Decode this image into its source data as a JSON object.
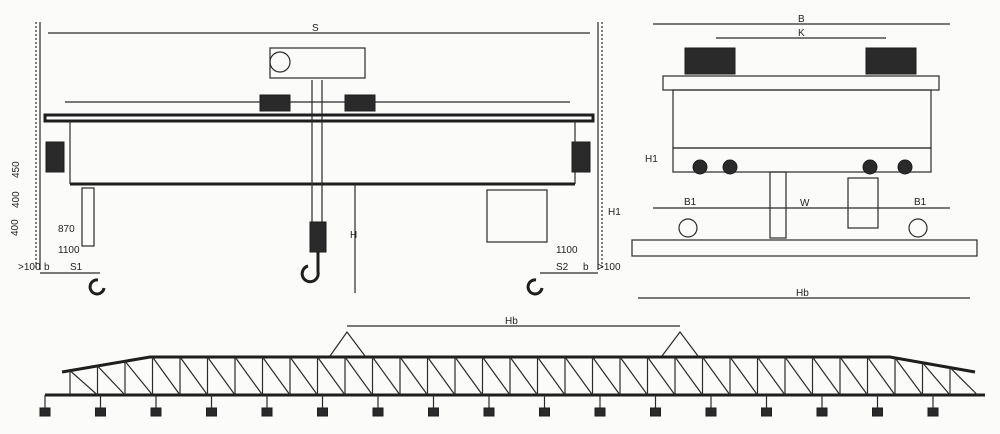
{
  "front_view": {
    "span_label": "S",
    "dim_450": "450",
    "dim_400_a": "400",
    "dim_400_b": "400",
    "dim_870": "870",
    "dim_1100_left": "1100",
    "clearance_left": ">100",
    "b_left": "b",
    "s1_label": "S1",
    "lift_height_label": "H",
    "height_label_right": "H1",
    "dim_1100_right": "1100",
    "b_right": "b",
    "clearance_right": ">100",
    "s2_label": "S2"
  },
  "side_view": {
    "width_label": "B",
    "trolley_gauge_label": "K",
    "h1_label": "H1",
    "w_label": "W",
    "b1_left": "B1",
    "b1_right": "B1",
    "bottom_label": "Hb"
  },
  "truss_view": {
    "top_label": "Hb"
  },
  "colors": {
    "line": "#2a2a2a",
    "background": "#fbfbfa"
  }
}
